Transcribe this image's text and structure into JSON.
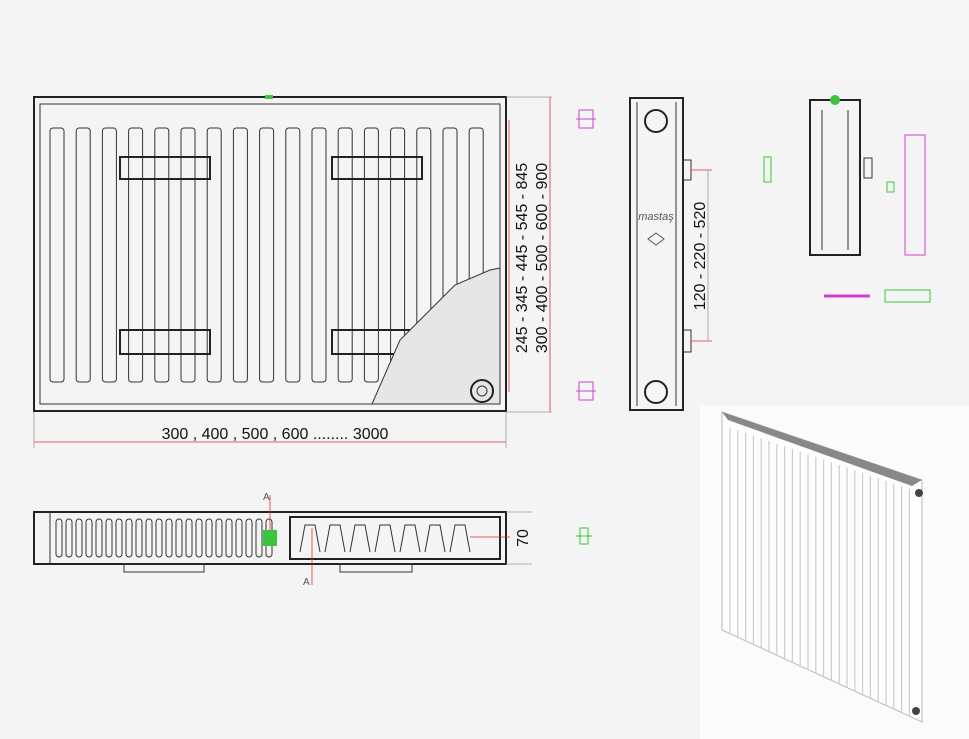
{
  "front_view": {
    "width_dimension": "300 , 400 , 500 , 600 ........ 3000",
    "height_dimension_outer": "300 - 400 - 500 - 600 - 900",
    "height_dimension_inner": "245 - 345 - 445 - 545 - 845"
  },
  "side_view": {
    "bracket_dimension": "120 - 220 - 520",
    "brand_logo": "mastaş"
  },
  "top_view": {
    "depth_dimension": "70",
    "section_mark_top": "A",
    "section_mark_bottom": "A"
  },
  "colors": {
    "accent_magenta": "#d040d0",
    "accent_green": "#3cc43c",
    "dimension_red": "#dd3333"
  }
}
